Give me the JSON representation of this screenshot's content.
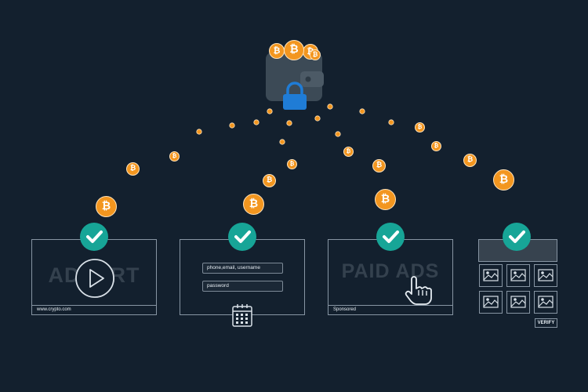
{
  "coin_symbol": "₿",
  "colors": {
    "background": "#13202e",
    "coin": "#f3961f",
    "check": "#17a597",
    "lock": "#1f7cd6",
    "outline": "#8795a3"
  },
  "icons": [
    "wallet-icon",
    "lock-icon",
    "bitcoin-icon",
    "check-icon",
    "play-icon",
    "calendar-icon",
    "hand-cursor-icon",
    "image-icon"
  ],
  "panels": {
    "advert": {
      "watermark": "ADVERT",
      "footer": "www.crypto.com"
    },
    "login": {
      "field_1": "phone,email, username",
      "field_2": "password"
    },
    "paid_ads": {
      "watermark": "PAID ADS",
      "footer": "Sponsored"
    },
    "captcha": {
      "button": "VERIFY"
    }
  }
}
